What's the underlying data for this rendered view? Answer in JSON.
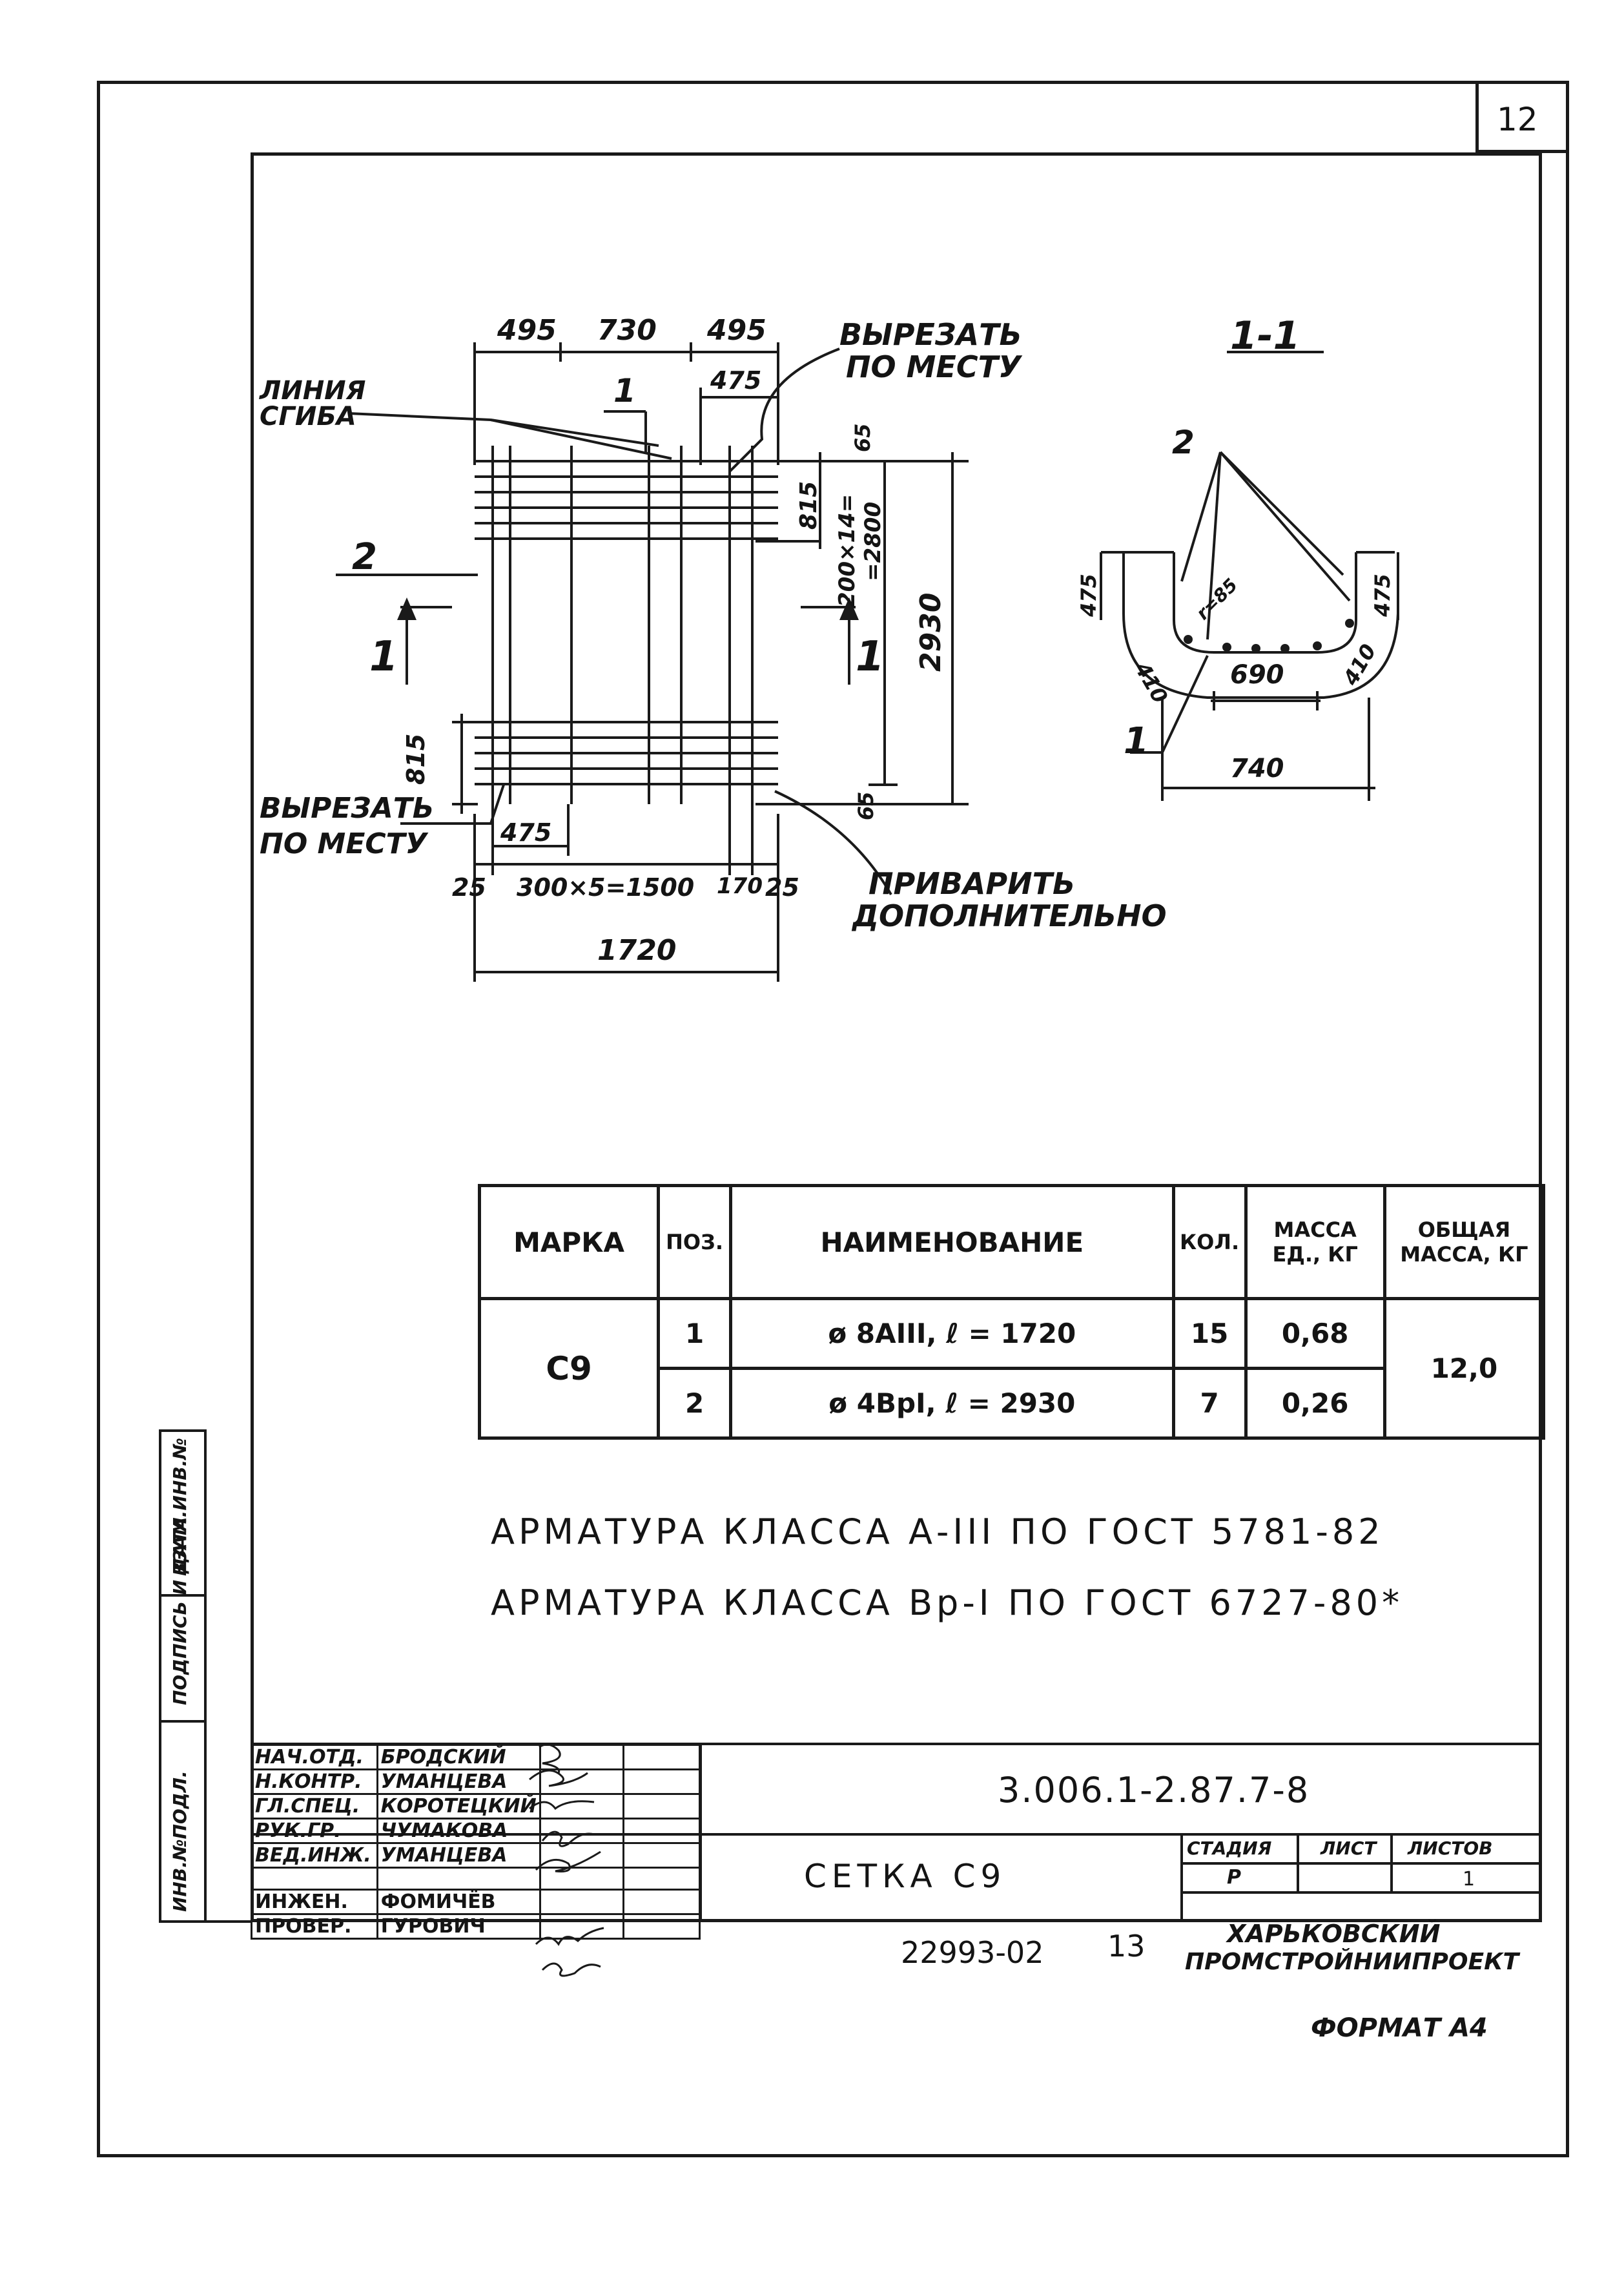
{
  "sheet": {
    "page_number": "12",
    "document_code": "3.006.1-2.87.7-8",
    "sheet_title": "СЕТКА С9",
    "archive_number": "22993-02",
    "archive_page": "13",
    "format": "ФОРМАТ А4"
  },
  "drawing": {
    "plan": {
      "dims_top": [
        "495",
        "730",
        "495"
      ],
      "dim_475_top": "475",
      "dim_815_top": "815",
      "dim_65_top": "65",
      "dim_spacing": "200×14=",
      "dim_2800": "=2800",
      "dim_2930": "2930",
      "dim_815_bottom": "815",
      "dim_65_bottom": "65",
      "dim_475_bottom": "475",
      "dims_bottom": [
        "25",
        "300×5=1500",
        "170",
        "25"
      ],
      "dim_total": "1720",
      "pos_1": "1",
      "pos_2": "2",
      "section_mark_left": "1",
      "section_mark_right": "1",
      "label_bend_line_1": "ЛИНИЯ",
      "label_bend_line_2": "СГИБА",
      "label_cut_top_1": "ВЫРЕЗАТЬ",
      "label_cut_top_2": "ПО МЕСТУ",
      "label_cut_bottom_1": "ВЫРЕЗАТЬ",
      "label_cut_bottom_2": "ПО МЕСТУ",
      "label_weld_1": "ПРИВАРИТЬ",
      "label_weld_2": "ДОПОЛНИТЕЛЬНО"
    },
    "section": {
      "title": "1-1",
      "pos_1": "1",
      "pos_2": "2",
      "dim_475_left": "475",
      "dim_475_right": "475",
      "dim_r85": "r=85",
      "dim_410_left": "410",
      "dim_410_right": "410",
      "dim_690": "690",
      "dim_740": "740"
    }
  },
  "spec_table": {
    "headers": {
      "mark": "МАРКА",
      "pos": "ПОЗ.",
      "name": "НАИМЕНОВАНИЕ",
      "qty": "КОЛ.",
      "mass_unit_1": "МАССА",
      "mass_unit_2": "ЕД., КГ",
      "mass_total_1": "ОБЩАЯ",
      "mass_total_2": "МАССА, КГ"
    },
    "mark": "С9",
    "total_mass": "12,0",
    "rows": [
      {
        "pos": "1",
        "name": "ø 8AIII,  ℓ = 1720",
        "qty": "15",
        "mass": "0,68"
      },
      {
        "pos": "2",
        "name": "ø 4BpI,  ℓ = 2930",
        "qty": "7",
        "mass": "0,26"
      }
    ]
  },
  "notes": [
    "АРМАТУРА КЛАССА А-III ПО ГОСТ 5781-82",
    "АРМАТУРА КЛАССА Вр-I ПО ГОСТ 6727-80*"
  ],
  "side_stamp": {
    "inv_orig": "ИНВ.№ПОДЛ.",
    "sign_date": "ПОДПИСЬ И ДАТА",
    "vzam_inv": "ВЗАМ.ИНВ.№"
  },
  "title_block": {
    "roles": [
      {
        "role": "НАЧ.ОТД.",
        "name": "БРОДСКИЙ"
      },
      {
        "role": "Н.КОНТР.",
        "name": "УМАНЦЕВА"
      },
      {
        "role": "ГЛ.СПЕЦ.",
        "name": "КОРОТЕЦКИЙ"
      },
      {
        "role": "РУК.ГР.",
        "name": "ЧУМАКОВА"
      },
      {
        "role": "ВЕД.ИНЖ.",
        "name": "УМАНЦЕВА"
      },
      {
        "role": "",
        "name": ""
      },
      {
        "role": "ИНЖЕН.",
        "name": "ФОМИЧЁВ"
      },
      {
        "role": "ПРОВЕР.",
        "name": "ГУРОВИЧ"
      }
    ],
    "stage_label": "СТАДИЯ",
    "sheet_label": "ЛИСТ",
    "sheets_label": "ЛИСТОВ",
    "stage_value": "Р",
    "sheet_value": "",
    "sheets_value": "1",
    "org_line_1": "ХАРЬКОВСКИЙ",
    "org_line_2": "ПРОМСТРОЙНИИПРОЕКТ"
  }
}
